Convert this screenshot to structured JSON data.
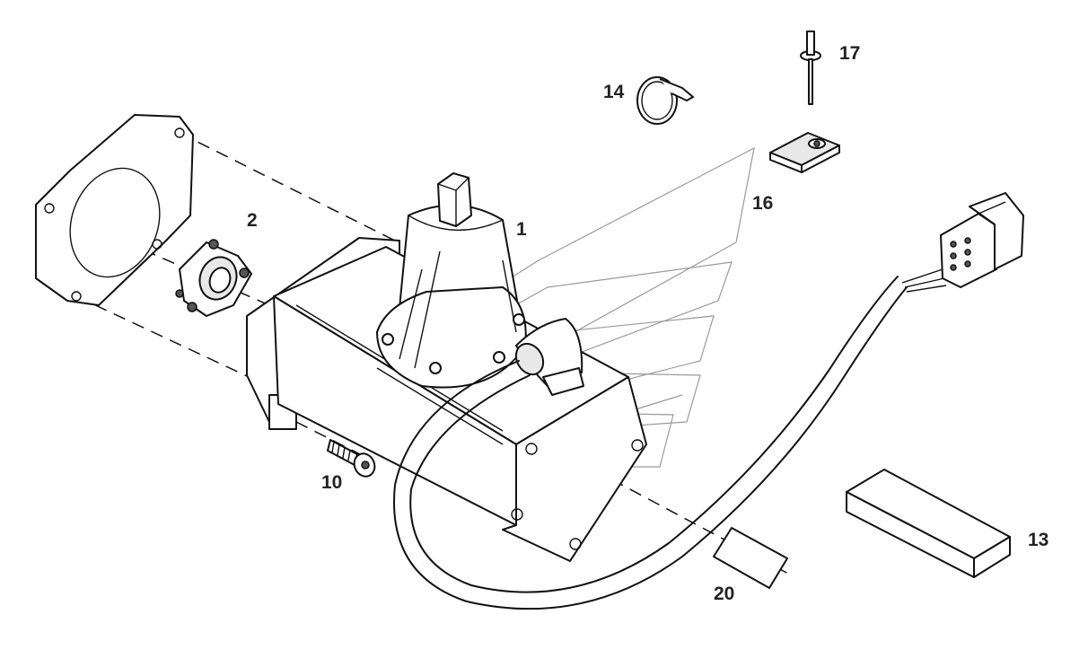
{
  "callouts": [
    {
      "id": "1",
      "text": "1"
    },
    {
      "id": "2",
      "text": "2"
    },
    {
      "id": "10",
      "text": "10"
    },
    {
      "id": "13",
      "text": "13"
    },
    {
      "id": "14",
      "text": "14"
    },
    {
      "id": "16",
      "text": "16"
    },
    {
      "id": "17",
      "text": "17"
    },
    {
      "id": "20",
      "text": "20"
    }
  ],
  "parts": [
    {
      "id": "1",
      "icon": "actuator-motor-icon"
    },
    {
      "id": "2",
      "icon": "coupling-flange-icon"
    },
    {
      "id": "10",
      "icon": "socket-cap-screw-icon"
    },
    {
      "id": "13",
      "icon": "pad-block-icon"
    },
    {
      "id": "14",
      "icon": "cable-tie-icon"
    },
    {
      "id": "16",
      "icon": "cable-clip-icon"
    },
    {
      "id": "17",
      "icon": "rivet-icon"
    },
    {
      "id": "20",
      "icon": "label-sticker-icon"
    },
    {
      "id": "gasket",
      "icon": "gasket-plate-icon"
    },
    {
      "id": "connector",
      "icon": "connector-plug-icon"
    }
  ],
  "colors": {
    "line": "#111111",
    "watermark": "#9a9a9a",
    "background": "#ffffff"
  }
}
